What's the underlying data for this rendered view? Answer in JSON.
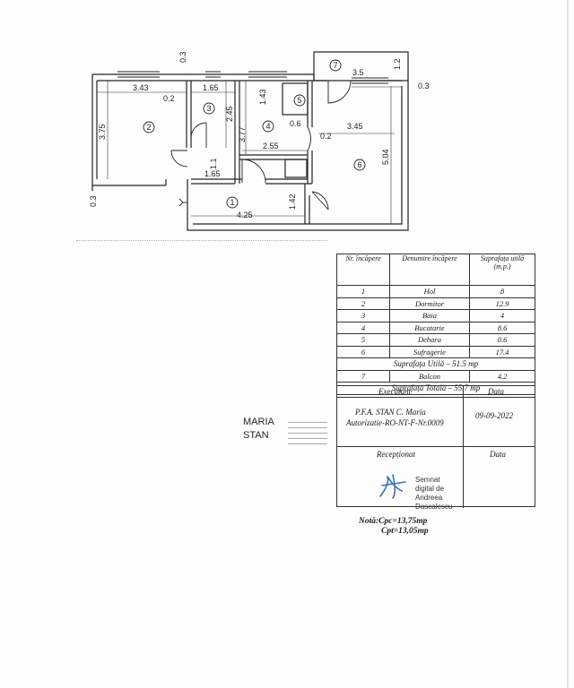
{
  "plan": {
    "dimensions": {
      "top_left_03": "0.3",
      "d343": "3.43",
      "d02a": "0.2",
      "d165a": "1.65",
      "d245": "2.45",
      "d375": "3.75",
      "d143": "1.43",
      "d35": "3.5",
      "d12": "1.2",
      "d03_right": "0.3",
      "d377": "3.77",
      "d06": "0.6",
      "d02b": "0.2",
      "d345": "3.45",
      "d504": "5.04",
      "d255": "2.55",
      "d11": "1.1",
      "d165b": "1.65",
      "d03_left": "0.3",
      "d425": "4.25",
      "d142": "1.42"
    },
    "room_numbers": [
      "1",
      "2",
      "3",
      "4",
      "5",
      "6",
      "7"
    ]
  },
  "table": {
    "headers": [
      "Nr. încăpere",
      "Denumire încăpere",
      "Suprafața utilă (m.p.)"
    ],
    "rows": [
      {
        "nr": "1",
        "name": "Hol",
        "area": "8"
      },
      {
        "nr": "2",
        "name": "Dormitor",
        "area": "12.9"
      },
      {
        "nr": "3",
        "name": "Baia",
        "area": "4"
      },
      {
        "nr": "4",
        "name": "Bucatarie",
        "area": "8.6"
      },
      {
        "nr": "5",
        "name": "Debara",
        "area": "0.6"
      },
      {
        "nr": "6",
        "name": "Sufragerie",
        "area": "17.4"
      }
    ],
    "useful_total": "Suprafața Utilă – 51.5 mp",
    "balcony": {
      "nr": "7",
      "name": "Balcon",
      "area": "4.2"
    },
    "grand_total": "Suprafața Totală – 55.7 mp"
  },
  "executant": {
    "label": "Executant",
    "date_label": "Data",
    "company": "P.F.A. STAN C. Maria",
    "authorization": "Autorizatie-RO-NT-F-Nr.0009",
    "date": "09-09-2022",
    "receptionat_label": "Recepționat",
    "date_label2": "Data"
  },
  "stamp": {
    "name_line1": "MARIA",
    "name_line2": "STAN"
  },
  "digital_signature": {
    "line1": "Semnat",
    "line2": "digital de",
    "line3": "Andreea",
    "line4": "Dascalescu"
  },
  "note": {
    "line1": "Notă:Cpc=13,75mp",
    "line2": "Cpt=13,05mp"
  }
}
